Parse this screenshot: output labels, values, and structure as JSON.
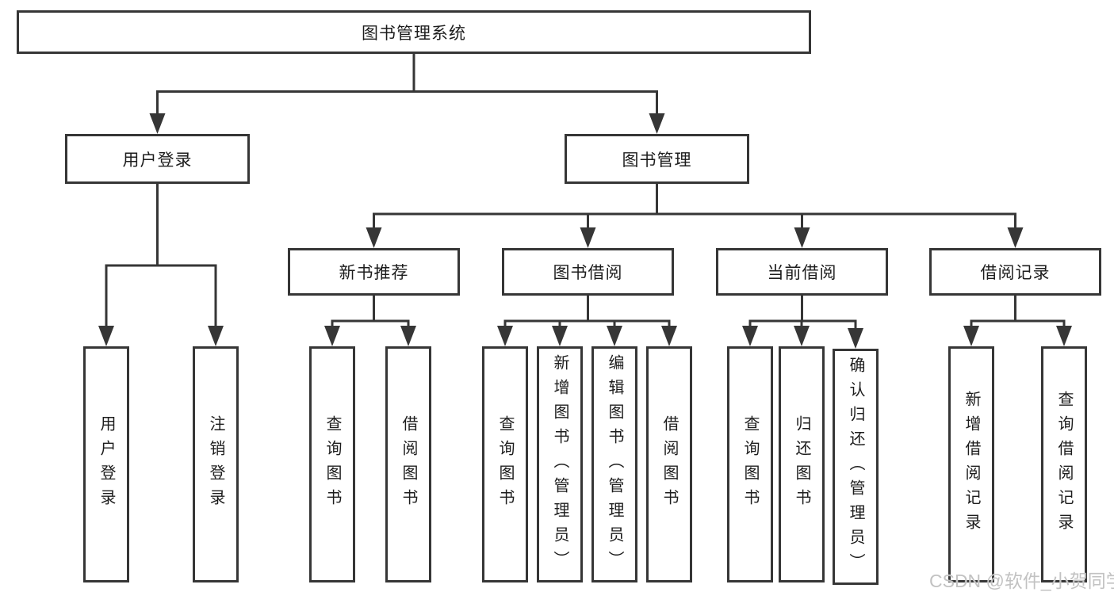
{
  "tree": {
    "label": "图书管理系统",
    "children": [
      {
        "label": "用户登录",
        "children": [
          {
            "label": "用户登录"
          },
          {
            "label": "注销登录"
          }
        ]
      },
      {
        "label": "图书管理",
        "children": [
          {
            "label": "新书推荐",
            "children": [
              {
                "label": "查询图书"
              },
              {
                "label": "借阅图书"
              }
            ]
          },
          {
            "label": "图书借阅",
            "children": [
              {
                "label": "查询图书"
              },
              {
                "label": "新增图书（管理员）"
              },
              {
                "label": "编辑图书（管理员）"
              },
              {
                "label": "借阅图书"
              }
            ]
          },
          {
            "label": "当前借阅",
            "children": [
              {
                "label": "查询图书"
              },
              {
                "label": "归还图书"
              },
              {
                "label": "确认归还（管理员）"
              }
            ]
          },
          {
            "label": "借阅记录",
            "children": [
              {
                "label": "新增借阅记录"
              },
              {
                "label": "查询借阅记录"
              }
            ]
          }
        ]
      }
    ]
  },
  "watermark": {
    "text": "CSDN @软件_小贺同学"
  },
  "colors": {
    "line": "#363636",
    "box_border": "#363636",
    "box_fill": "#ffffff",
    "text": "#1d1d1d",
    "watermark": "#c2c2c2",
    "background": "#ffffff"
  }
}
